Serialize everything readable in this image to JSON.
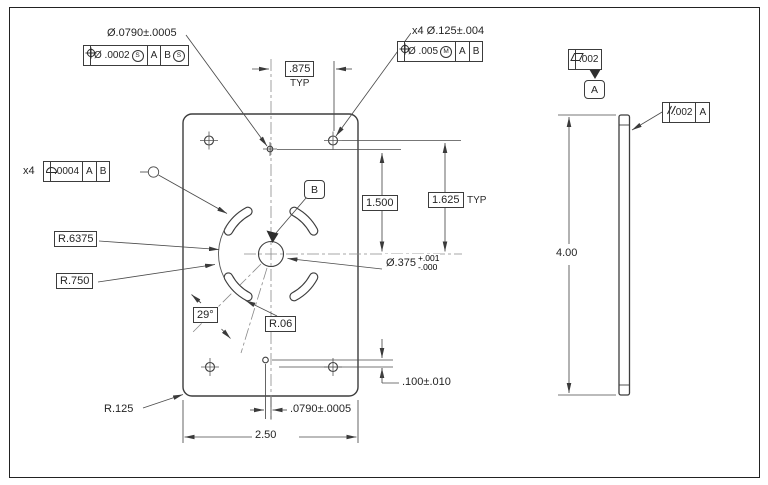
{
  "labels": {
    "top_left_dia": "Ø.0790±.0005",
    "top_right_callout": "x4  Ø.125±.004",
    "left_qty": "x4",
    "datum_a": "A",
    "datum_b": "B",
    "dim_875": ".875",
    "typ": "TYP",
    "dim_1500": "1.500",
    "dim_1625": "1.625",
    "r6375": "R.6375",
    "r750": "R.750",
    "ang29": "29°",
    "r06": "R.06",
    "dia375": "Ø.375",
    "tol_plus": "+.001",
    "tol_minus": "-.000",
    "dim_100": ".100±.010",
    "dim_0790": ".0790±.0005",
    "width_250": "2.50",
    "height_400": "4.00",
    "r125": "R.125"
  },
  "fcf_position_small_holes": {
    "tol": "Ø .0002",
    "tol_mod": "S",
    "d1": "A",
    "d2": "B",
    "d2_mod": "S"
  },
  "fcf_position_corner_holes": {
    "tol": "Ø .005",
    "tol_mod": "M",
    "d1": "A",
    "d2": "B"
  },
  "fcf_profile_slots": {
    "tol": ".0004",
    "d1": "A",
    "d2": "B"
  },
  "fcf_flatness": {
    "tol": ".002",
    "datum": "A"
  },
  "fcf_parallelism": {
    "tol": ".002",
    "datum": "A"
  }
}
